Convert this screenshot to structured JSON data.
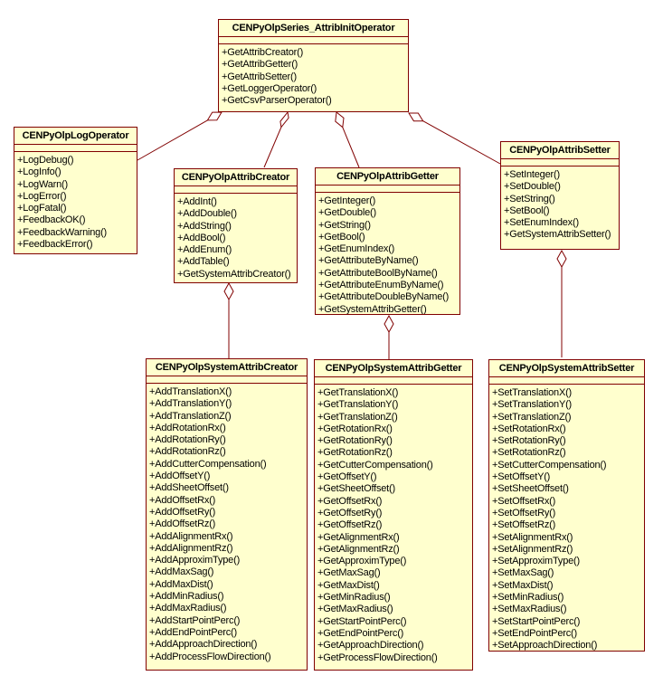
{
  "diagram": {
    "title": "CENPyOlp attribute operator class diagram",
    "colors": {
      "box_fill": "#FFFFCE",
      "box_border": "#800000",
      "text": "#000000",
      "background": "#FFFFFF"
    },
    "classes": [
      {
        "name": "CENPyOlpSeries_AttribInitOperator",
        "methods": [
          "+GetAttribCreator()",
          "+GetAttribGetter()",
          "+GetAttribSetter()",
          "+GetLoggerOperator()",
          "+GetCsvParserOperator()"
        ]
      },
      {
        "name": "CENPyOlpLogOperator",
        "methods": [
          "+LogDebug()",
          "+LogInfo()",
          "+LogWarn()",
          "+LogError()",
          "+LogFatal()",
          "+FeedbackOK()",
          "+FeedbackWarning()",
          "+FeedbackError()"
        ]
      },
      {
        "name": "CENPyOlpAttribCreator",
        "methods": [
          "+AddInt()",
          "+AddDouble()",
          "+AddString()",
          "+AddBool()",
          "+AddEnum()",
          "+AddTable()",
          "+GetSystemAttribCreator()"
        ]
      },
      {
        "name": "CENPyOlpAttribGetter",
        "methods": [
          "+GetInteger()",
          "+GetDouble()",
          "+GetString()",
          "+GetBool()",
          "+GetEnumIndex()",
          "+GetAttributeByName()",
          "+GetAttributeBoolByName()",
          "+GetAttributeEnumByName()",
          "+GetAttributeDoubleByName()",
          "+GetSystemAttribGetter()"
        ]
      },
      {
        "name": "CENPyOlpAttribSetter",
        "methods": [
          "+SetInteger()",
          "+SetDouble()",
          "+SetString()",
          "+SetBool()",
          "+SetEnumIndex()",
          "+GetSystemAttribSetter()"
        ]
      },
      {
        "name": "CENPyOlpSystemAttribCreator",
        "methods": [
          "+AddTranslationX()",
          "+AddTranslationY()",
          "+AddTranslationZ()",
          "+AddRotationRx()",
          "+AddRotationRy()",
          "+AddRotationRz()",
          "+AddCutterCompensation()",
          "+AddOffsetY()",
          "+AddSheetOffset()",
          "+AddOffsetRx()",
          "+AddOffsetRy()",
          "+AddOffsetRz()",
          "+AddAlignmentRx()",
          "+AddAlignmentRz()",
          "+AddApproximType()",
          "+AddMaxSag()",
          "+AddMaxDist()",
          "+AddMinRadius()",
          "+AddMaxRadius()",
          "+AddStartPointPerc()",
          "+AddEndPointPerc()",
          "+AddApproachDirection()",
          "+AddProcessFlowDirection()"
        ]
      },
      {
        "name": "CENPyOlpSystemAttribGetter",
        "methods": [
          "+GetTranslationX()",
          "+GetTranslationY()",
          "+GetTranslationZ()",
          "+GetRotationRx()",
          "+GetRotationRy()",
          "+GetRotationRz()",
          "+GetCutterCompensation()",
          "+GetOffsetY()",
          "+GetSheetOffset()",
          "+GetOffsetRx()",
          "+GetOffsetRy()",
          "+GetOffsetRz()",
          "+GetAlignmentRx()",
          "+GetAlignmentRz()",
          "+GetApproximType()",
          "+GetMaxSag()",
          "+GetMaxDist()",
          "+GetMinRadius()",
          "+GetMaxRadius()",
          "+GetStartPointPerc()",
          "+GetEndPointPerc()",
          "+GetApproachDirection()",
          "+GetProcessFlowDirection()"
        ]
      },
      {
        "name": "CENPyOlpSystemAttribSetter",
        "methods": [
          "+SetTranslationX()",
          "+SetTranslationY()",
          "+SetTranslationZ()",
          "+SetRotationRx()",
          "+SetRotationRy()",
          "+SetRotationRz()",
          "+SetCutterCompensation()",
          "+SetOffsetY()",
          "+SetSheetOffset()",
          "+SetOffsetRx()",
          "+SetOffsetRy()",
          "+SetOffsetRz()",
          "+SetAlignmentRx()",
          "+SetAlignmentRz()",
          "+SetApproximType()",
          "+SetMaxSag()",
          "+SetMaxDist()",
          "+SetMinRadius()",
          "+SetMaxRadius()",
          "+SetStartPointPerc()",
          "+SetEndPointPerc()",
          "+SetApproachDirection()"
        ]
      }
    ],
    "relationships": [
      {
        "owner": "CENPyOlpSeries_AttribInitOperator",
        "part": "CENPyOlpLogOperator",
        "type": "aggregation"
      },
      {
        "owner": "CENPyOlpSeries_AttribInitOperator",
        "part": "CENPyOlpAttribCreator",
        "type": "aggregation"
      },
      {
        "owner": "CENPyOlpSeries_AttribInitOperator",
        "part": "CENPyOlpAttribGetter",
        "type": "aggregation"
      },
      {
        "owner": "CENPyOlpSeries_AttribInitOperator",
        "part": "CENPyOlpAttribSetter",
        "type": "aggregation"
      },
      {
        "owner": "CENPyOlpAttribCreator",
        "part": "CENPyOlpSystemAttribCreator",
        "type": "aggregation"
      },
      {
        "owner": "CENPyOlpAttribGetter",
        "part": "CENPyOlpSystemAttribGetter",
        "type": "aggregation"
      },
      {
        "owner": "CENPyOlpAttribSetter",
        "part": "CENPyOlpSystemAttribSetter",
        "type": "aggregation"
      }
    ]
  }
}
